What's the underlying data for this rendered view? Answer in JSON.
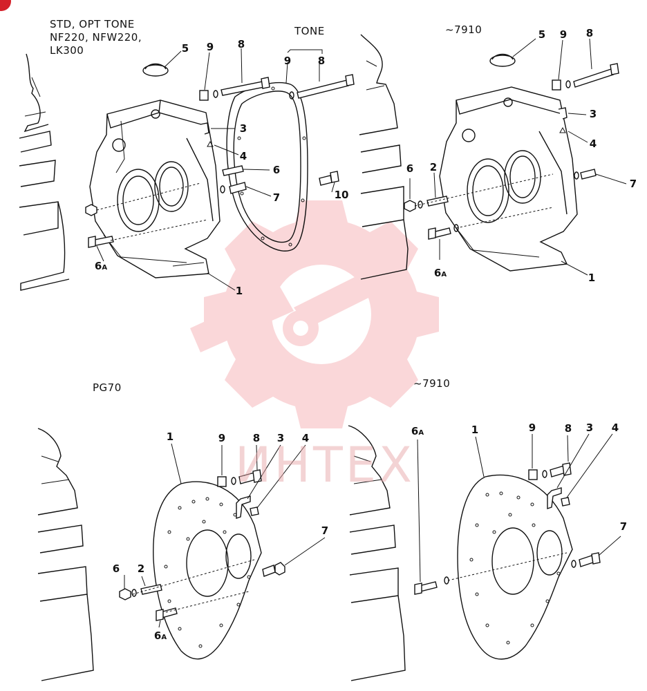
{
  "captions": {
    "top_left": [
      "STD, OPT TONE",
      "NF220, NFW220,",
      "LK300"
    ],
    "top_tone": "TONE",
    "top_right": "~7910",
    "bottom_left": "PG70",
    "bottom_right": "~7910"
  },
  "callouts": {
    "q1": [
      {
        "text": "5"
      },
      {
        "text": "9"
      },
      {
        "text": "8"
      },
      {
        "text": "9"
      },
      {
        "text": "8"
      },
      {
        "text": "3"
      },
      {
        "text": "4"
      },
      {
        "text": "6"
      },
      {
        "text": "7"
      },
      {
        "text": "10"
      },
      {
        "text": "6",
        "sub": "A"
      },
      {
        "text": "1"
      }
    ],
    "q2": [
      {
        "text": "5"
      },
      {
        "text": "9"
      },
      {
        "text": "8"
      },
      {
        "text": "3"
      },
      {
        "text": "4"
      },
      {
        "text": "6"
      },
      {
        "text": "2"
      },
      {
        "text": "7"
      },
      {
        "text": "6",
        "sub": "A"
      },
      {
        "text": "1"
      }
    ],
    "q3": [
      {
        "text": "1"
      },
      {
        "text": "9"
      },
      {
        "text": "8"
      },
      {
        "text": "3"
      },
      {
        "text": "4"
      },
      {
        "text": "7"
      },
      {
        "text": "6"
      },
      {
        "text": "2"
      },
      {
        "text": "6",
        "sub": "A"
      }
    ],
    "q4": [
      {
        "text": "6",
        "sub": "A"
      },
      {
        "text": "1"
      },
      {
        "text": "9"
      },
      {
        "text": "8"
      },
      {
        "text": "3"
      },
      {
        "text": "4"
      },
      {
        "text": "7"
      }
    ]
  },
  "watermark": {
    "text": "ИНТЕХ",
    "color": "#f0a0a4"
  },
  "colors": {
    "line": "#111111",
    "watermark": "#f4b4b6",
    "badge": "#d4202a"
  }
}
